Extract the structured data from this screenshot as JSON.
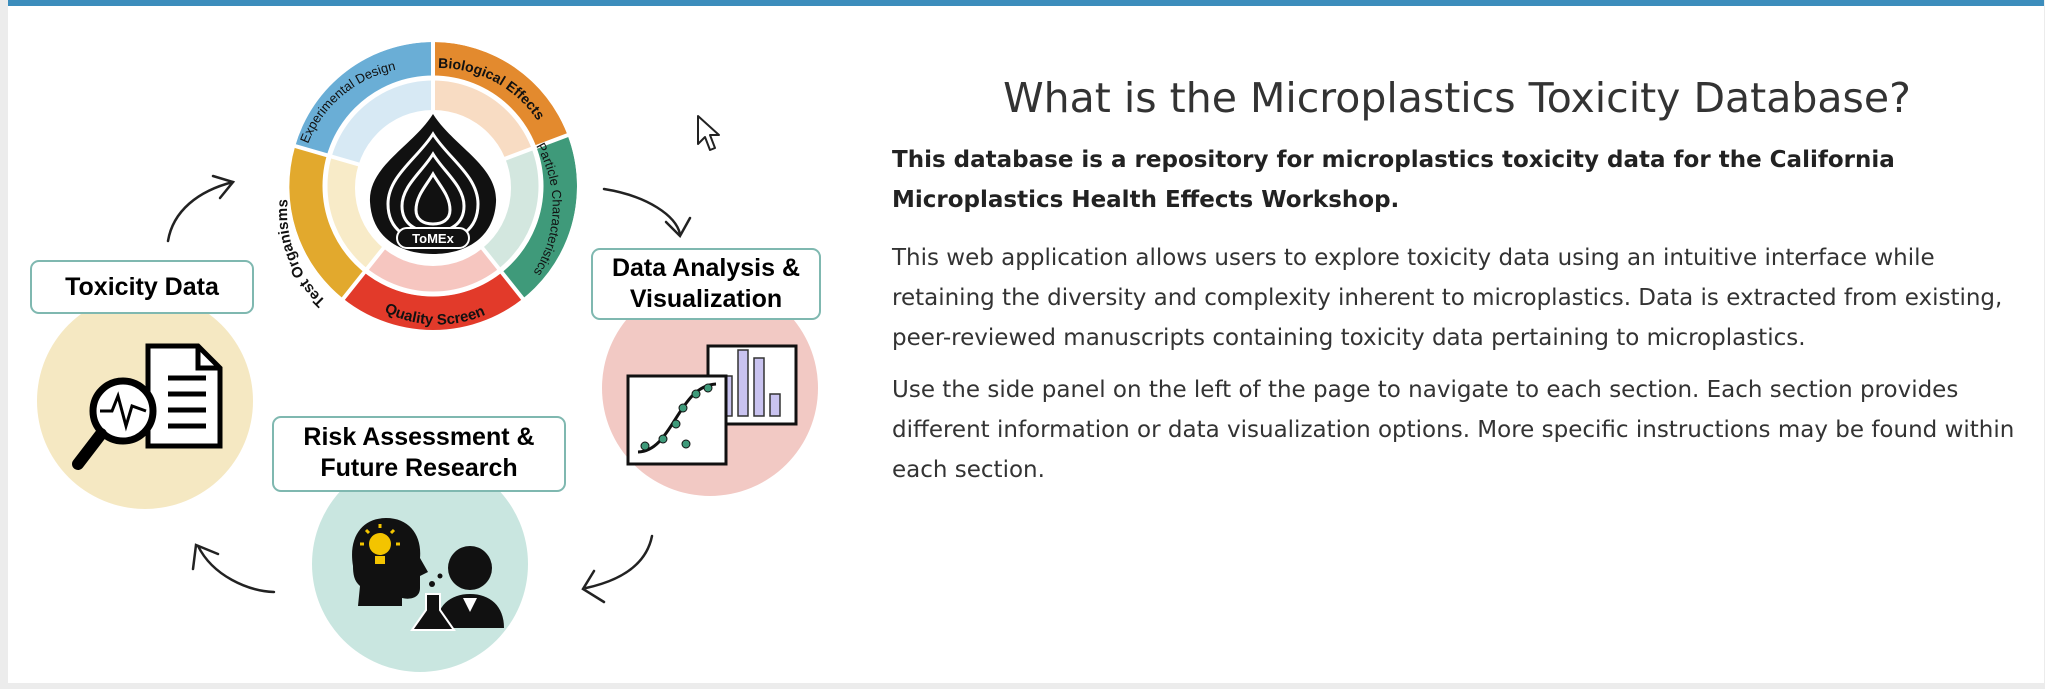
{
  "diagram": {
    "wheel": {
      "logo_text": "ToMEx",
      "segments": [
        {
          "label": "Experimental Design",
          "color": "#6aaed6"
        },
        {
          "label": "Biological Effects",
          "color": "#e38a2e"
        },
        {
          "label": "Particle Characteristics",
          "color": "#3f9a7a"
        },
        {
          "label": "Quality Screen",
          "color": "#e23a2a"
        },
        {
          "label": "Test Organisms",
          "color": "#e2a92d"
        }
      ]
    },
    "cycle": {
      "toxicity_data": {
        "label": "Toxicity Data",
        "circle_color": "#f5e8c2"
      },
      "data_analysis": {
        "line1": "Data Analysis &",
        "line2": "Visualization",
        "circle_color": "#f2c9c4"
      },
      "risk_assessment": {
        "line1": "Risk Assessment &",
        "line2": "Future Research",
        "circle_color": "#c9e6e0"
      }
    }
  },
  "content": {
    "title": "What is the Microplastics Toxicity Database?",
    "lead": "This database is a repository for microplastics toxicity data for the California Microplastics Health Effects Workshop.",
    "paragraphs": [
      "This web application allows users to explore toxicity data using an intuitive interface while retaining the diversity and complexity inherent to microplastics. Data is extracted from existing, peer-reviewed manuscripts containing toxicity data pertaining to microplastics.",
      "Use the side panel on the left of the page to navigate to each section. Each section provides different information or data visualization options. More specific instructions may be found within each section."
    ]
  }
}
